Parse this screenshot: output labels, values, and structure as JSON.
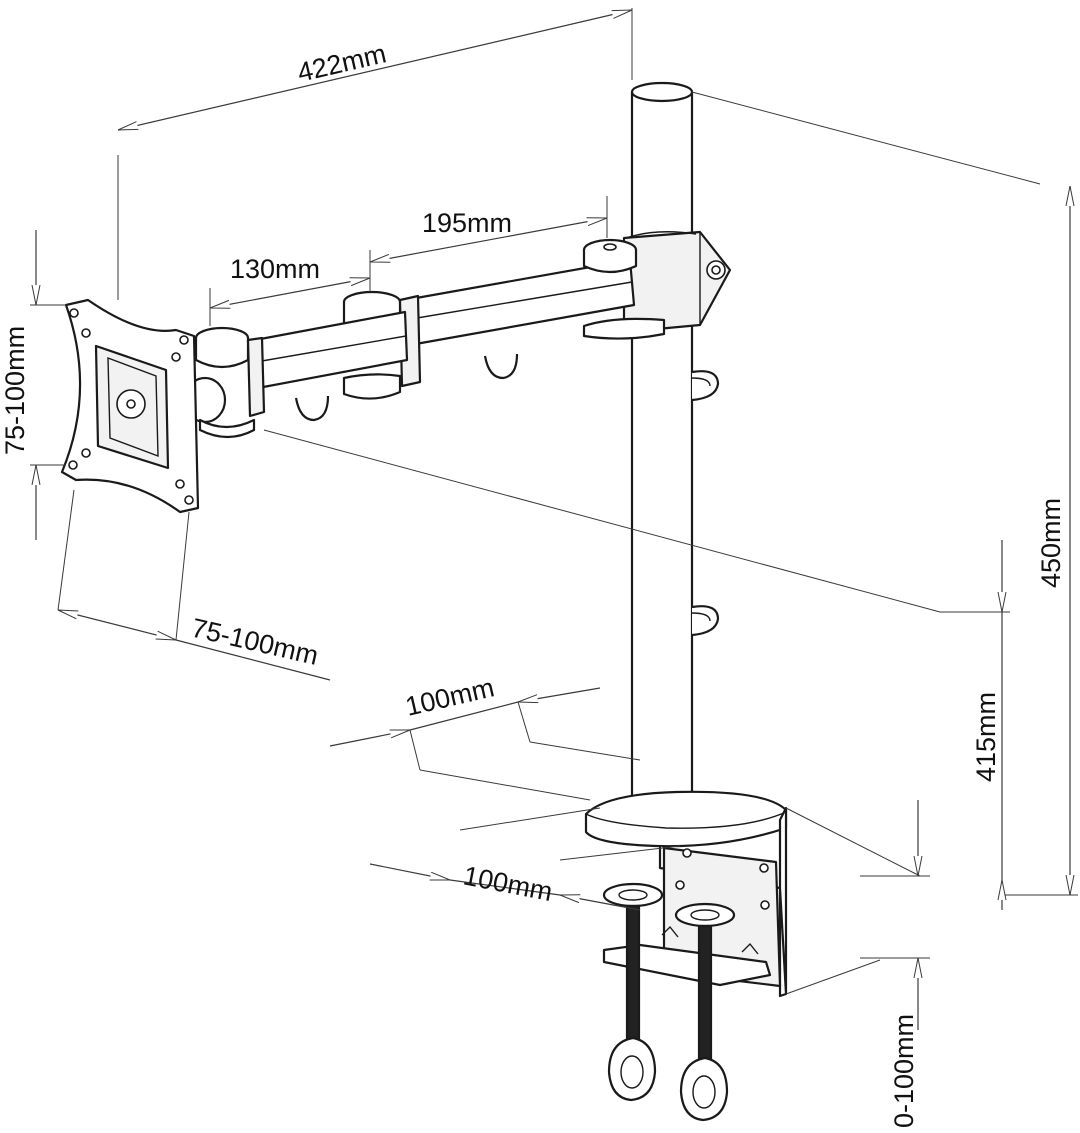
{
  "dimensions": {
    "overall_reach": "422mm",
    "arm_segment_long": "195mm",
    "arm_segment_short": "130mm",
    "vesa_vertical": "75-100mm",
    "vesa_horizontal": "75-100mm",
    "pole_height": "450mm",
    "arm_max_height": "415mm",
    "base_width": "100mm",
    "base_depth": "100mm",
    "clamp_range": "0-100mm"
  },
  "colors": {
    "line": "#1a1a1a",
    "background": "#ffffff"
  }
}
